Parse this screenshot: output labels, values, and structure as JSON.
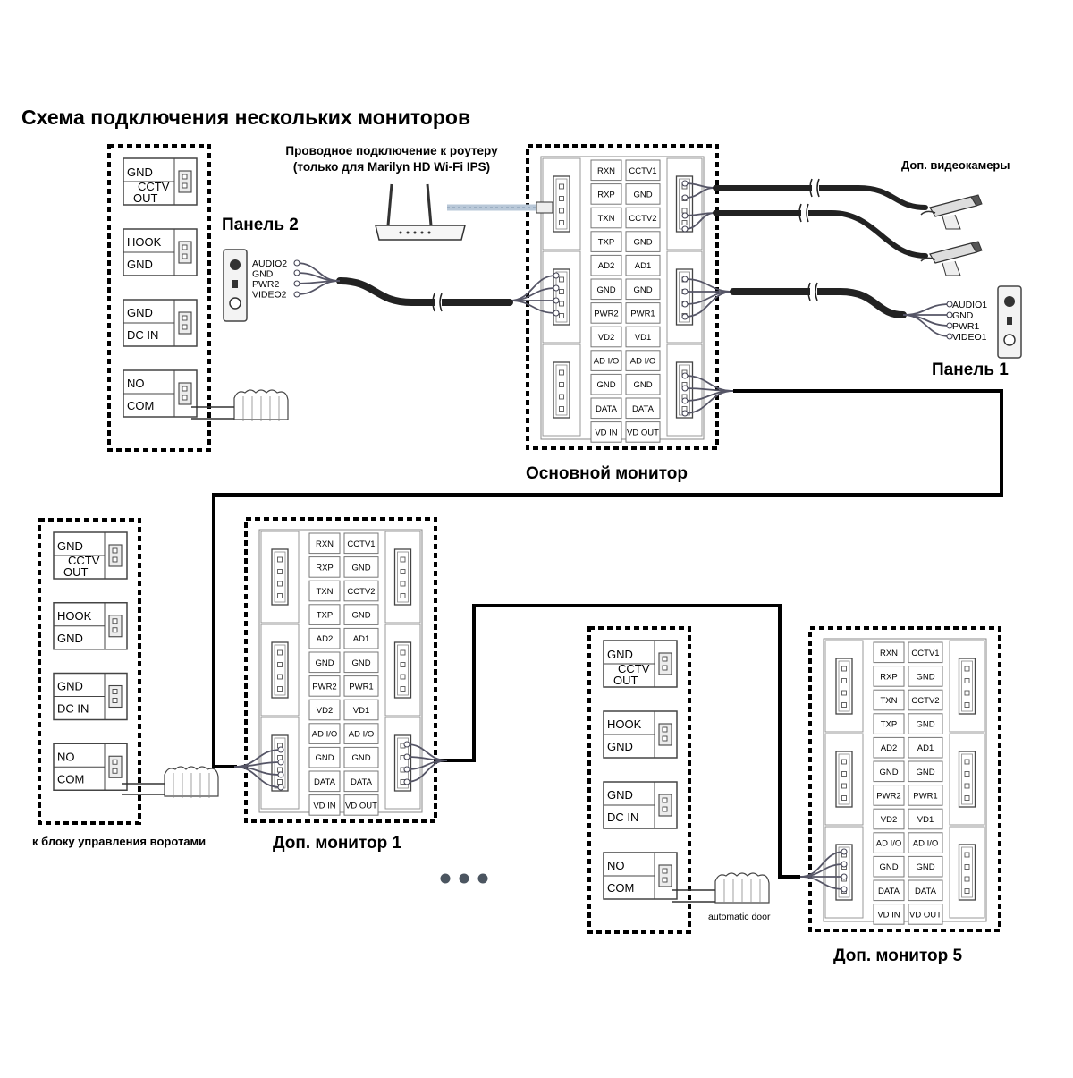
{
  "title": "Схема подключения нескольких мониторов",
  "router_note": {
    "line1": "Проводное подключение к роутеру",
    "line2": "(только для Marilyn HD Wi-Fi IPS)"
  },
  "labels": {
    "main_monitor": "Основной монитор",
    "extra_monitor_1": "Доп. монитор 1",
    "extra_monitor_5": "Доп. монитор 5",
    "panel_1": "Панель 1",
    "panel_2": "Панель 2",
    "extra_cameras": "Доп. видеокамеры",
    "gate_control": "к блоку управления воротами",
    "automatic_door": "automatic door"
  },
  "panel_2_pins": [
    "AUDIO2",
    "GND",
    "PWR2",
    "VIDEO2"
  ],
  "panel_1_pins": [
    "AUDIO1",
    "GND",
    "PWR1",
    "VIDEO1"
  ],
  "monitor_terminals": {
    "left_column": [
      "RXN",
      "RXP",
      "TXN",
      "TXP",
      "AD2",
      "GND",
      "PWR2",
      "VD2",
      "AD I/O",
      "GND",
      "DATA",
      "VD IN"
    ],
    "right_column": [
      "CCTV1",
      "GND",
      "CCTV2",
      "GND",
      "AD1",
      "GND",
      "PWR1",
      "VD1",
      "AD I/O",
      "GND",
      "DATA",
      "VD OUT"
    ]
  },
  "relay_module": {
    "groups": [
      [
        "GND",
        "CCTV OUT"
      ],
      [
        "HOOK",
        "GND"
      ],
      [
        "GND",
        "DC IN"
      ],
      [
        "NO",
        "COM"
      ]
    ]
  },
  "colors": {
    "line": "#000000",
    "terminal_fill": "#ececec",
    "cable": "#222222",
    "network_cable": "#b9c8d8",
    "ellipsis_dots": "#4b5560"
  }
}
